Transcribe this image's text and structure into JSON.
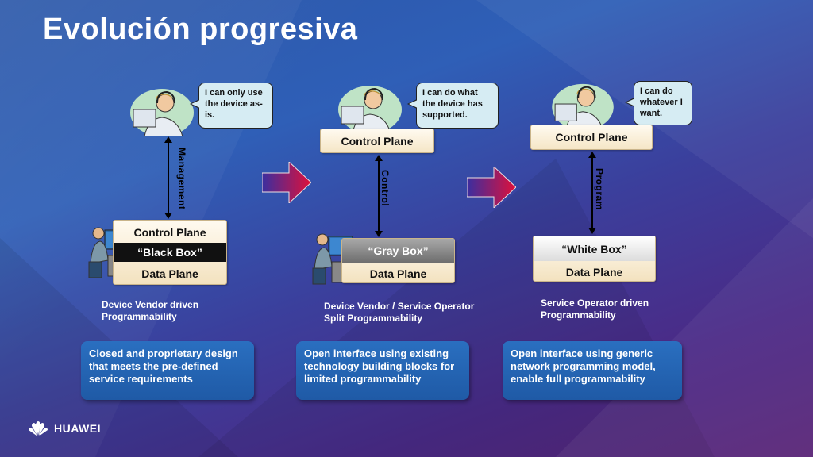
{
  "title": "Evolución progresiva",
  "columns": [
    {
      "bubble": "I can only use the device as-is.",
      "link_label": "Management",
      "stack_top": "Control Plane",
      "stack_mid": "“Black Box”",
      "stack_bottom": "Data Plane",
      "caption": "Device Vendor driven Programmability",
      "panel": "Closed and proprietary design that meets the pre-defined service requirements"
    },
    {
      "bubble": "I can do what the device has supported.",
      "control_plane": "Control Plane",
      "link_label": "Control",
      "stack_mid": "“Gray Box”",
      "stack_bottom": "Data Plane",
      "caption": "Device Vendor / Service Operator Split  Programmability",
      "panel": "Open interface using existing technology building blocks for limited programmability"
    },
    {
      "bubble": "I can do whatever I want.",
      "control_plane": "Control Plane",
      "link_label": "Program",
      "stack_mid": "“White Box”",
      "stack_bottom": "Data Plane",
      "caption": "Service Operator driven Programmability",
      "panel": "Open interface using generic network programming model, enable full programmability"
    }
  ],
  "logo": {
    "text": "HUAWEI",
    "icon": "huawei-petal-logo"
  },
  "colors": {
    "panel": "#1f5aa6",
    "bubble": "#d6ecf3",
    "arrow": "#c0143c"
  }
}
